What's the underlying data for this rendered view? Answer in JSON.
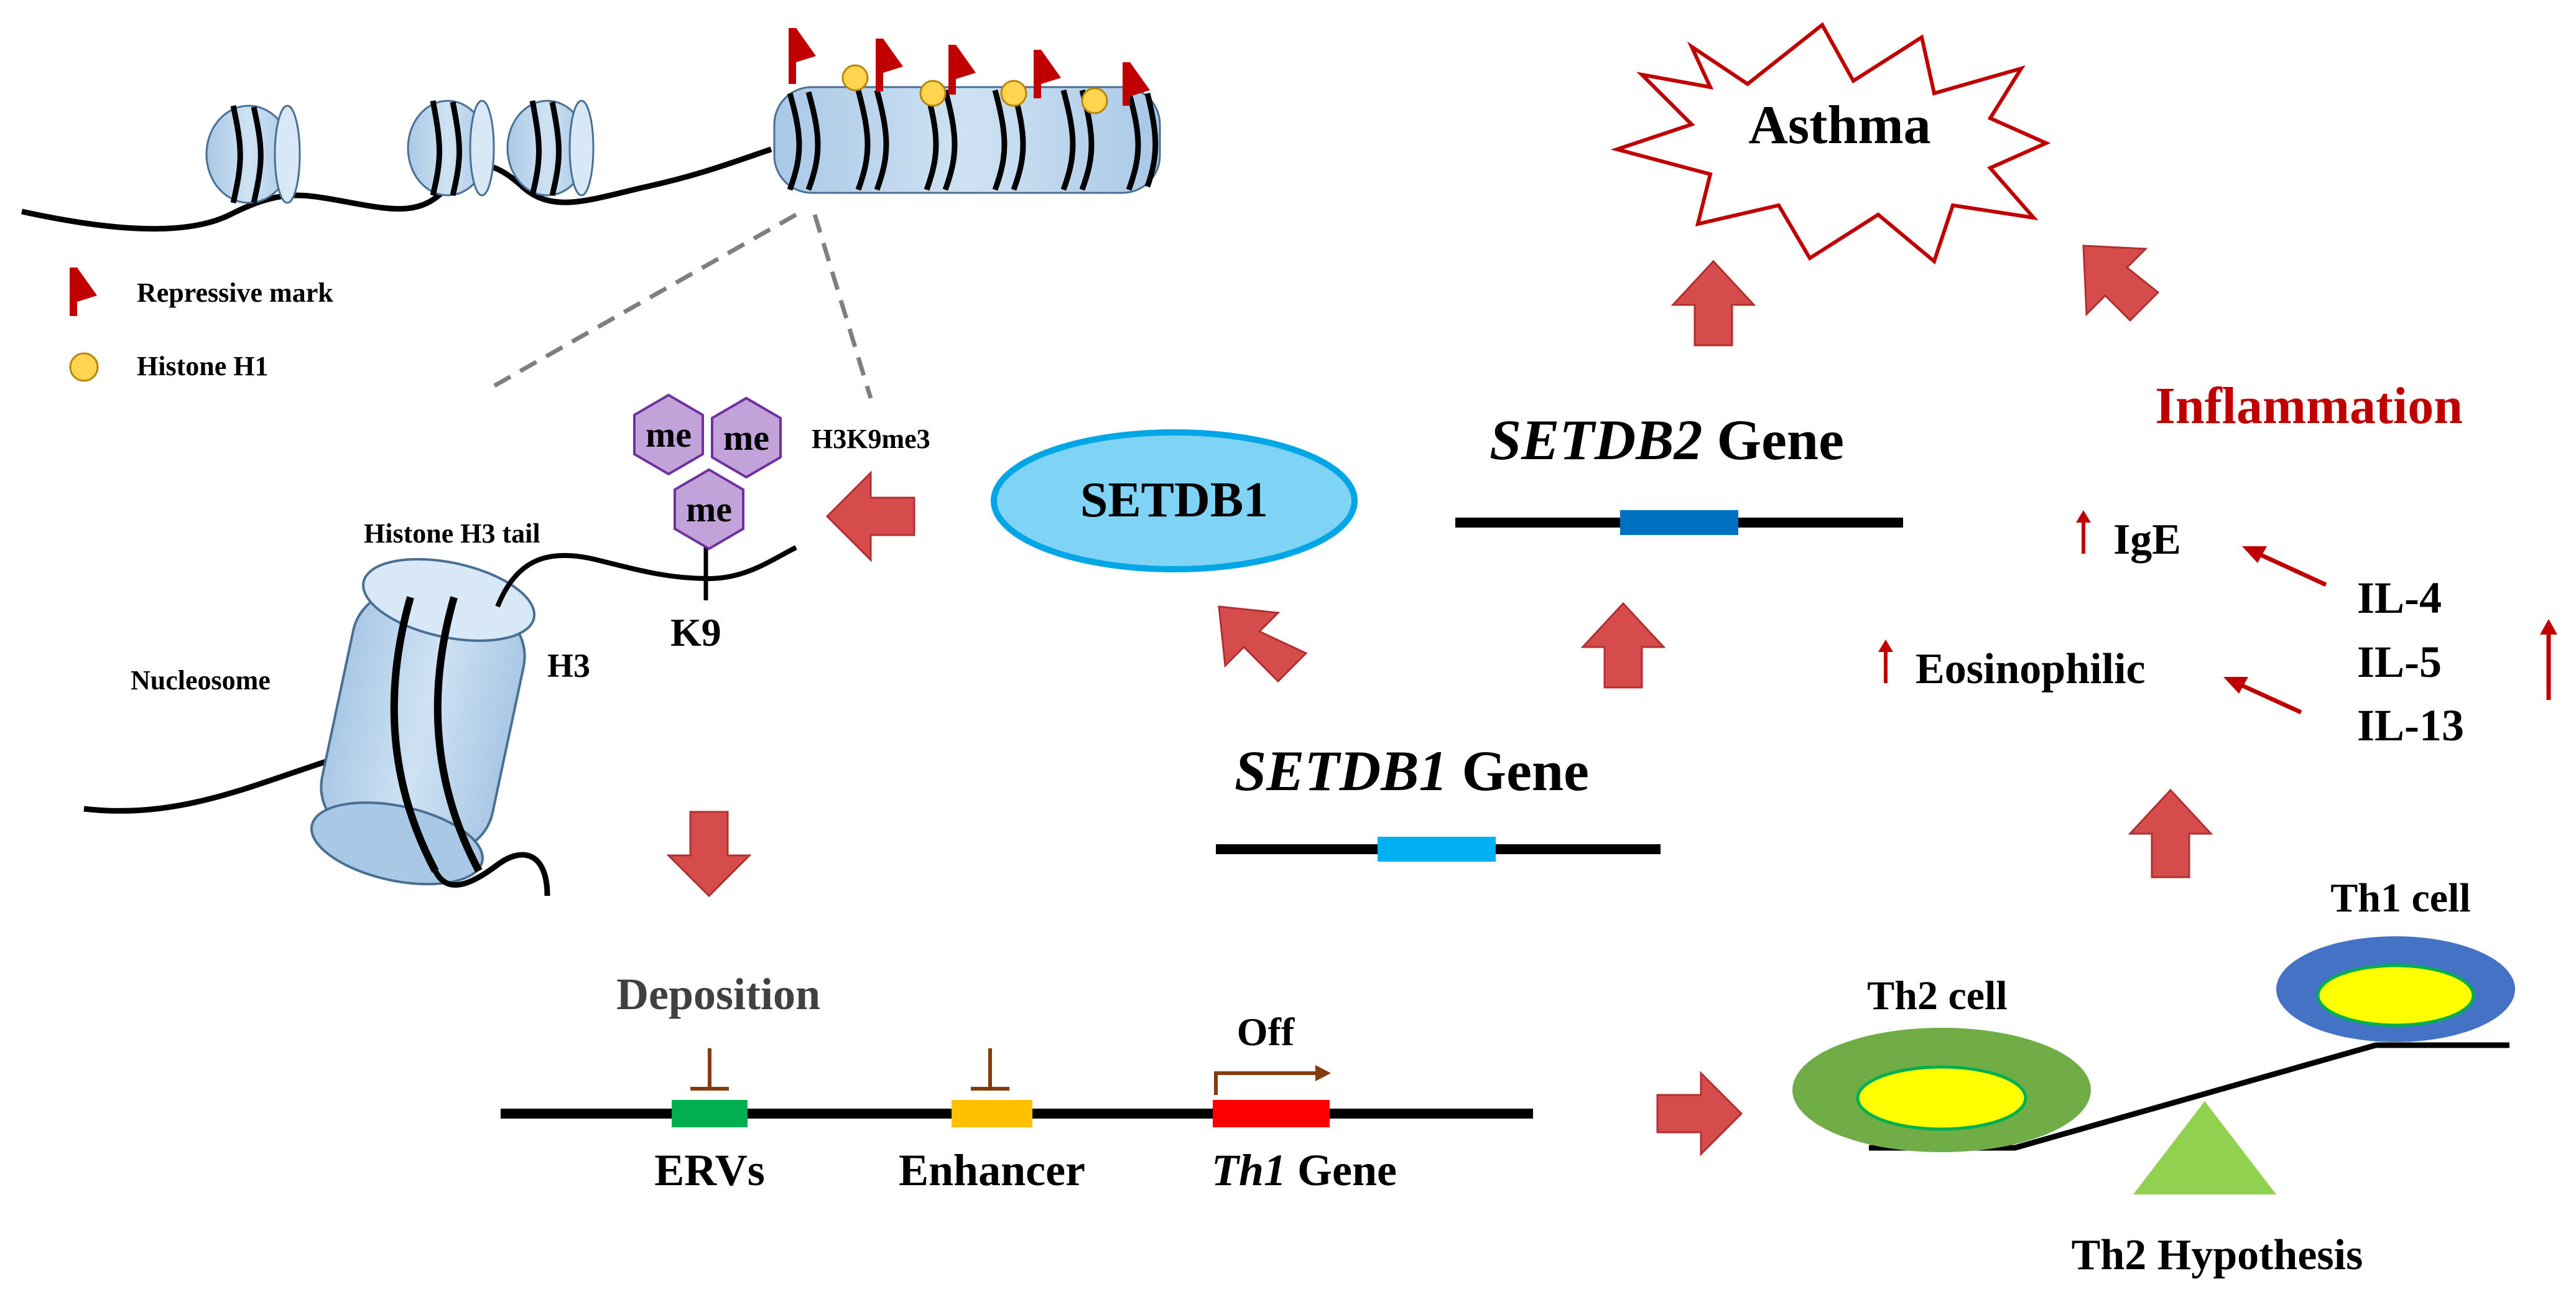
{
  "legend": {
    "repressive_mark": "Repressive mark",
    "histone_h1": "Histone H1"
  },
  "methylation": {
    "me_1": "me",
    "me_2": "me",
    "me_3": "me",
    "mark_label": "H3K9me3",
    "tail_label": "Histone H3 tail",
    "nucleosome_label": "Nucleosome",
    "h3_label": "H3",
    "k9_label": "K9"
  },
  "setdb1_protein": "SETDB1",
  "genes": {
    "setdb1_italic": "SETDB1",
    "setdb1_suffix": " Gene",
    "setdb2_italic": "SETDB2",
    "setdb2_suffix": " Gene"
  },
  "asthma": "Asthma",
  "inflammation": "Inflammation",
  "outcomes": {
    "ige": "IgE",
    "eosinophilic": "Eosinophilic"
  },
  "cytokines": [
    "IL-4",
    "IL-5",
    "IL-13"
  ],
  "deposition": {
    "title": "Deposition",
    "off": "Off",
    "erv": "ERVs",
    "enhancer": "Enhancer",
    "th1_italic": "Th1",
    "th1_suffix": " Gene"
  },
  "balance": {
    "th2_cell": "Th2 cell",
    "th1_cell": "Th1 cell",
    "hypothesis": "Th2 Hypothesis"
  },
  "colors": {
    "arrow_red": "#d64c4c",
    "dark_red": "#c00000",
    "histone_blue": "#bdd7ee",
    "setdb1_fill": "#7fd3f5",
    "setdb1_stroke": "#00a6e6",
    "me_fill": "#c2a3d9",
    "me_stroke": "#7030a0",
    "erv_green": "#00b050",
    "enhancer_orange": "#ffc000",
    "th1_red": "#ff0000",
    "th2_green": "#70ad47",
    "th1_blue": "#4472c4",
    "yellow": "#ffff00",
    "fulcrum_green": "#92d050",
    "setdb2_blue": "#0070c0",
    "setdb1_gene_blue": "#00b0f0"
  }
}
